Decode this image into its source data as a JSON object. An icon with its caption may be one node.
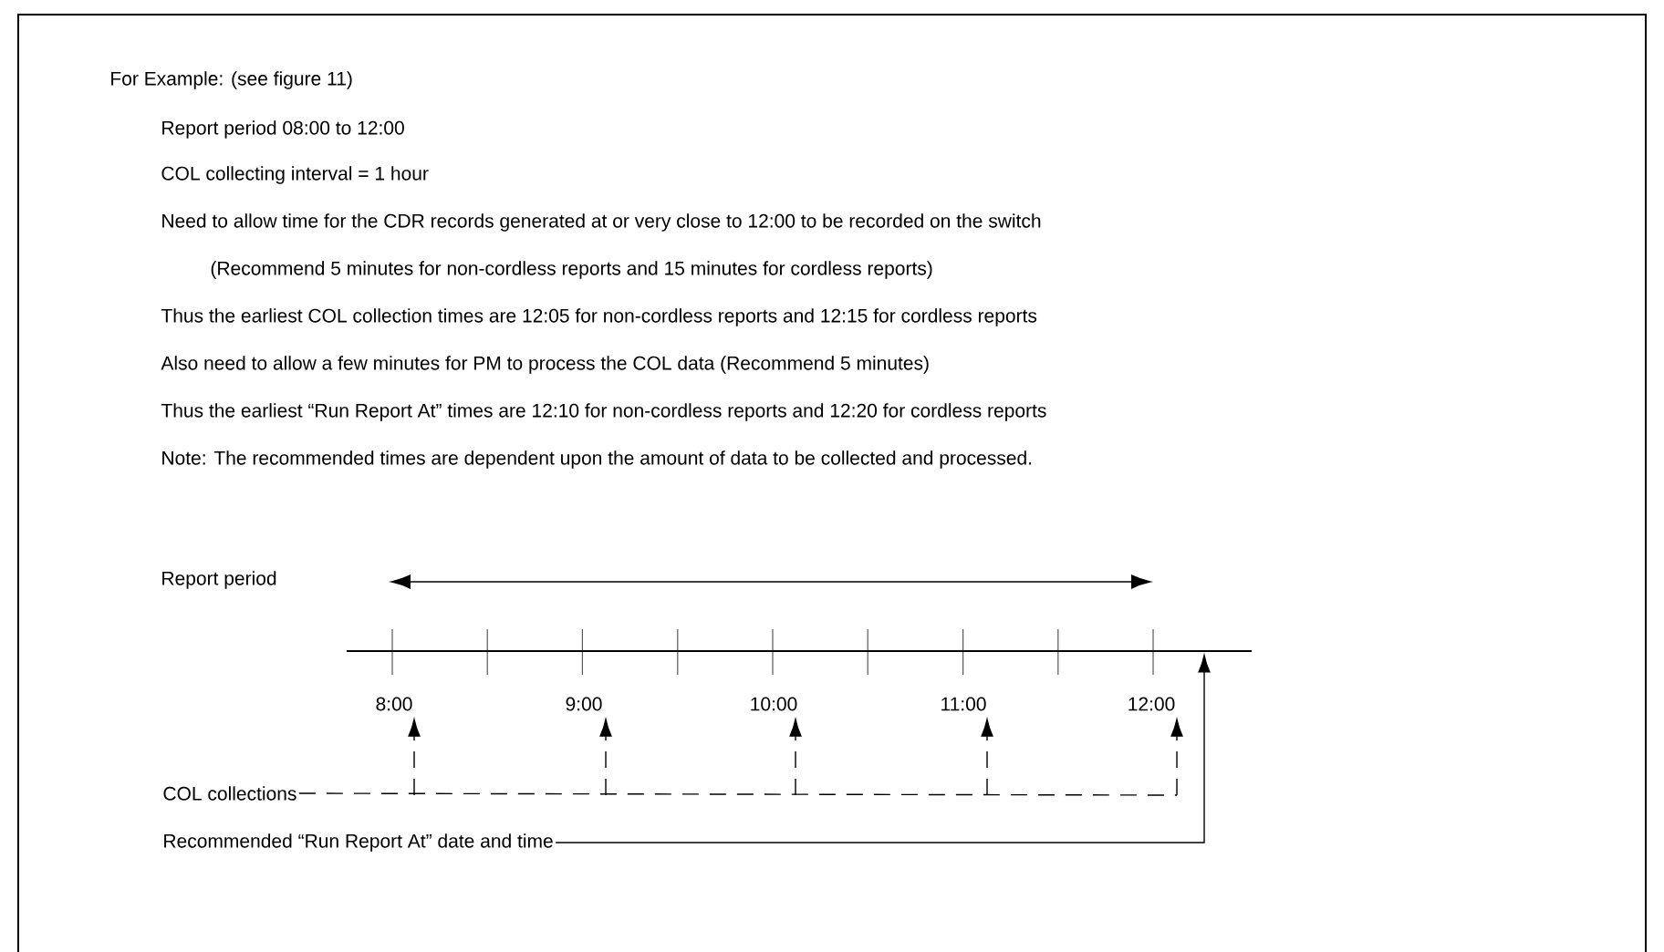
{
  "diagram": {
    "title": "For Example: (see figure 11)",
    "nodes": [
      {
        "text": [
          "8:00"
        ]
      },
      {
        "text": [
          "9:00"
        ]
      },
      {
        "text": [
          "10:00"
        ]
      },
      {
        "text": [
          "11:00"
        ]
      },
      {
        "text": [
          "12:00"
        ]
      },
      {
        "text": [
          "COL collections"
        ]
      },
      {
        "text": [
          "Recommended “Run Report At” date and time"
        ]
      },
      {
        "text": [],
        "shape": "bar"
      }
    ],
    "edges": [
      {
        "from": 5,
        "to": 0,
        "arrow": "to",
        "style": "dashed"
      },
      {
        "from": 5,
        "to": 1,
        "arrow": "to",
        "style": "dashed"
      },
      {
        "from": 5,
        "to": 2,
        "arrow": "to",
        "style": "dashed"
      },
      {
        "from": 5,
        "to": 3,
        "arrow": "to",
        "style": "dashed"
      },
      {
        "from": 5,
        "to": 4,
        "arrow": "to",
        "style": "dashed"
      },
      {
        "from": 6,
        "to": 7,
        "arrow": "to"
      }
    ],
    "labels": [
      "Report period 08:00 to 12:00",
      "COL collecting interval = 1 hour",
      "Need to allow time for the CDR records generated at or very close to 12:00 to be recorded on the switch",
      "(Recommend 5 minutes for non-cordless reports and 15 minutes for cordless reports)",
      "Thus the earliest COL collection times are 12:05 for non-cordless reports and 12:15 for cordless reports",
      "Also need to allow a few minutes for PM to process the COL data (Recommend 5 minutes)",
      "Thus the earliest “Run Report At” times are 12:10 for non-cordless reports and 12:20 for cordless reports",
      "Note: The recommended times are dependent upon the amount of data to be collected and processed.",
      "Report period"
    ]
  }
}
